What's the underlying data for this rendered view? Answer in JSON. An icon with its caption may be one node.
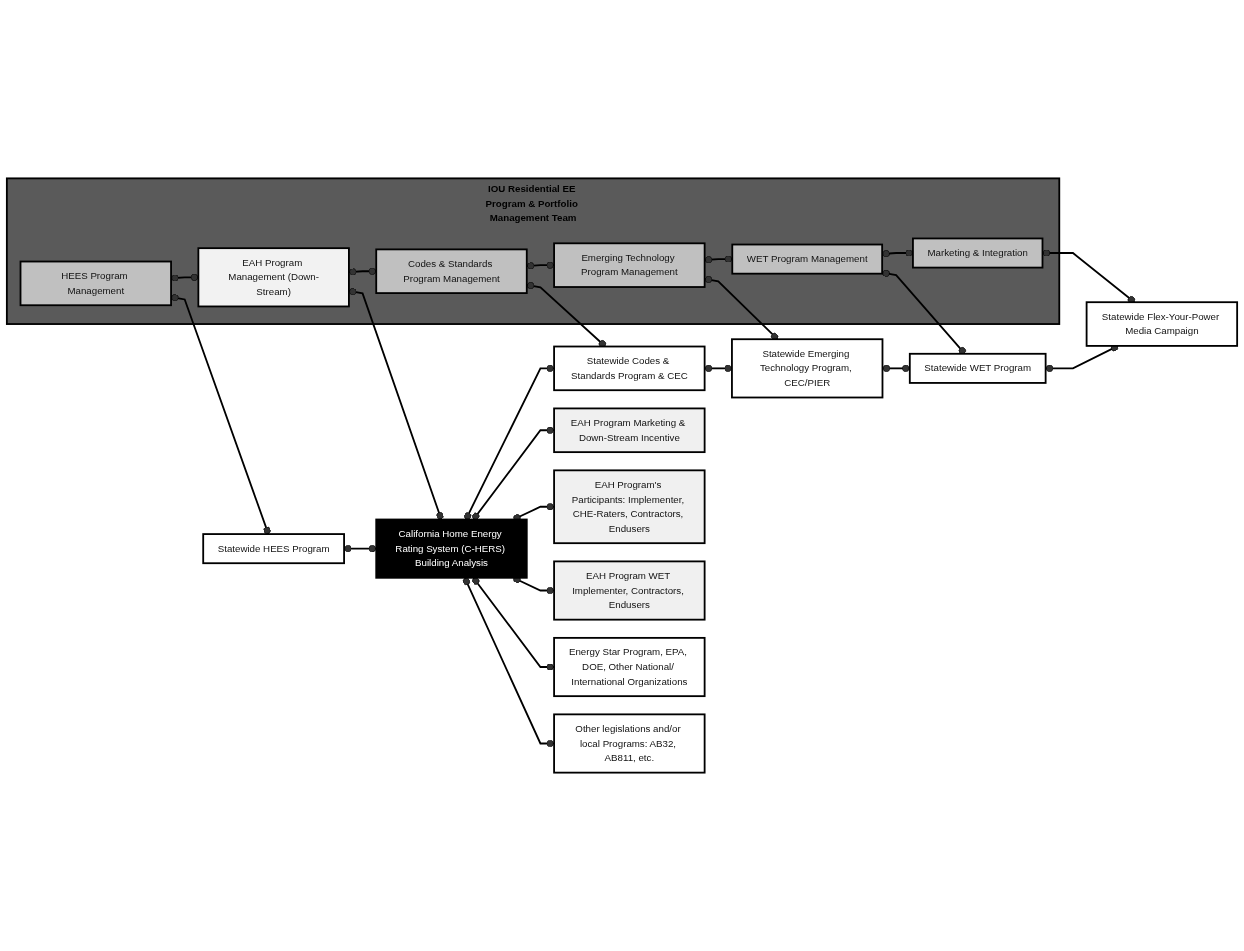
{
  "diagram": {
    "nodes": [
      {
        "text": [
          "IOU Residential EE Program & Portfolio Management Team"
        ]
      },
      {
        "text": [
          "HEES Program Management"
        ],
        "in": 0
      },
      {
        "text": [
          "EAH Program Management (Down-Stream)"
        ],
        "in": 0
      },
      {
        "text": [
          "Codes & Standards Program Management"
        ],
        "in": 0
      },
      {
        "text": [
          "Emerging Technology Program Management"
        ],
        "in": 0
      },
      {
        "text": [
          "WET Program Management"
        ],
        "in": 0
      },
      {
        "text": [
          "Marketing & Integration"
        ],
        "in": 0
      },
      {
        "text": [
          "Statewide HEES Program"
        ]
      },
      {
        "text": [
          "California Home Energy Rating System (C-HERS) Building Analysis"
        ]
      },
      {
        "text": [
          "Statewide Codes & Standards Program & CEC"
        ]
      },
      {
        "text": [
          "Statewide Emerging Technology Program, CEC/PIER"
        ]
      },
      {
        "text": [
          "Statewide WET Program"
        ]
      },
      {
        "text": [
          "Statewide Flex-Your-Power Media Campaign"
        ]
      },
      {
        "text": [
          "EAH Program Marketing & Down-Stream Incentive"
        ]
      },
      {
        "text": [
          "EAH Program's Participants: Implementer, CHE-Raters, Contractors, Endusers"
        ]
      },
      {
        "text": [
          "EAH Program WET Implementer, Contractors, Endusers"
        ]
      },
      {
        "text": [
          "Energy Star Program, EPA, DOE, Other National/ International Organizations"
        ]
      },
      {
        "text": [
          "Other legislations and/or local Programs: AB32, AB811, etc."
        ]
      }
    ],
    "edges": [
      {
        "from": 1,
        "to": 2,
        "arrow": "other"
      },
      {
        "from": 2,
        "to": 3,
        "arrow": "other"
      },
      {
        "from": 3,
        "to": 4,
        "arrow": "other"
      },
      {
        "from": 4,
        "to": 5,
        "arrow": "other"
      },
      {
        "from": 5,
        "to": 6,
        "arrow": "other"
      },
      {
        "from": 1,
        "to": 7,
        "arrow": "other"
      },
      {
        "from": 2,
        "to": 8,
        "arrow": "other"
      },
      {
        "from": 3,
        "to": 9,
        "arrow": "other"
      },
      {
        "from": 4,
        "to": 10,
        "arrow": "other"
      },
      {
        "from": 5,
        "to": 11,
        "arrow": "other"
      },
      {
        "from": 6,
        "to": 12,
        "arrow": "other"
      },
      {
        "from": 7,
        "to": 8,
        "arrow": "other"
      },
      {
        "from": 8,
        "to": 9,
        "arrow": "other"
      },
      {
        "from": 9,
        "to": 10,
        "arrow": "other"
      },
      {
        "from": 10,
        "to": 11,
        "arrow": "other"
      },
      {
        "from": 11,
        "to": 12,
        "arrow": "other"
      },
      {
        "from": 8,
        "to": 13,
        "arrow": "other"
      },
      {
        "from": 8,
        "to": 14,
        "arrow": "other"
      },
      {
        "from": 8,
        "to": 15,
        "arrow": "other"
      },
      {
        "from": 8,
        "to": 16,
        "arrow": "other"
      },
      {
        "from": 8,
        "to": 17,
        "arrow": "other"
      }
    ]
  }
}
